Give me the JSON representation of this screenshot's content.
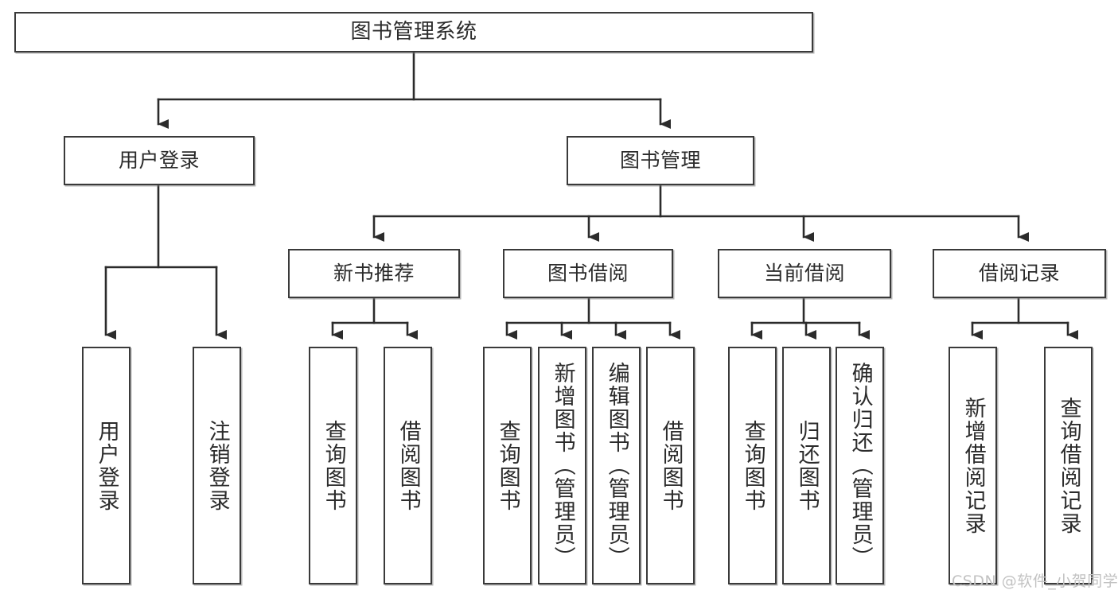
{
  "diagram": {
    "type": "tree-hierarchy-chart",
    "title": "图书管理系统",
    "background_color": "#ffffff",
    "box_border_color": "#3a3a3a",
    "text_color": "#2b2b2b",
    "connector_color": "#2b2b2b"
  },
  "nodes": {
    "root": {
      "label": "图书管理系统"
    },
    "level2": [
      {
        "id": "user-login",
        "label": "用户登录"
      },
      {
        "id": "book-management",
        "label": "图书管理"
      }
    ],
    "level3": [
      {
        "id": "new-book-recommend",
        "label": "新书推荐"
      },
      {
        "id": "book-borrow",
        "label": "图书借阅"
      },
      {
        "id": "current-borrow",
        "label": "当前借阅"
      },
      {
        "id": "borrow-record",
        "label": "借阅记录"
      }
    ],
    "leaves": {
      "user_login": [
        {
          "id": "leaf-user-login",
          "label": "用户登录"
        },
        {
          "id": "leaf-logout-login",
          "label": "注销登录"
        }
      ],
      "new_book_recommend": [
        {
          "id": "leaf-query-book-1",
          "label": "查询图书"
        },
        {
          "id": "leaf-borrow-book-1",
          "label": "借阅图书"
        }
      ],
      "book_borrow": [
        {
          "id": "leaf-query-book-2",
          "label": "查询图书"
        },
        {
          "id": "leaf-add-book",
          "label": "新增图书（管理员）"
        },
        {
          "id": "leaf-edit-book",
          "label": "编辑图书（管理员）"
        },
        {
          "id": "leaf-borrow-book-2",
          "label": "借阅图书"
        }
      ],
      "current_borrow": [
        {
          "id": "leaf-query-book-3",
          "label": "查询图书"
        },
        {
          "id": "leaf-return-book",
          "label": "归还图书"
        },
        {
          "id": "leaf-confirm-return",
          "label": "确认归还（管理员）"
        }
      ],
      "borrow_record": [
        {
          "id": "leaf-add-borrow-record",
          "label": "新增借阅记录"
        },
        {
          "id": "leaf-query-borrow-record",
          "label": "查询借阅记录"
        }
      ]
    }
  },
  "watermark": {
    "text": "CSDN @软件_小贺同学",
    "color": "#c2c2c2"
  }
}
